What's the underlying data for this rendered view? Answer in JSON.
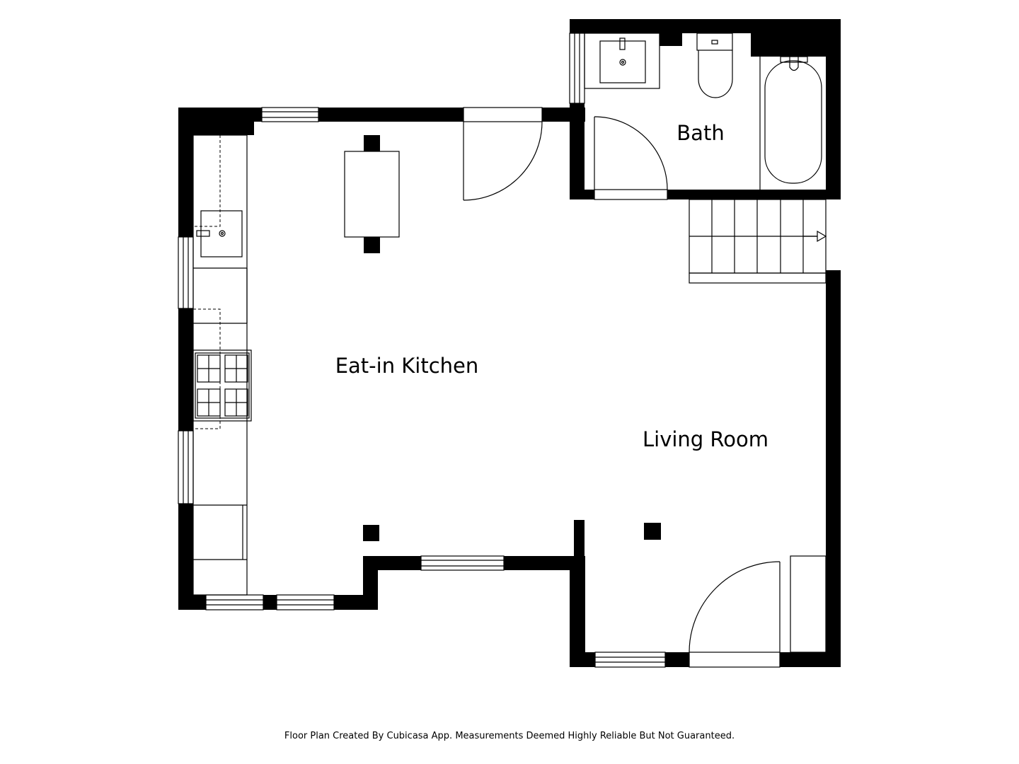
{
  "rooms": {
    "bath": "Bath",
    "kitchen": "Eat-in Kitchen",
    "living": "Living Room"
  },
  "footer": "Floor Plan Created By Cubicasa App. Measurements Deemed Highly Reliable But Not Guaranteed.",
  "colors": {
    "wall": "#000000",
    "background": "#ffffff"
  }
}
